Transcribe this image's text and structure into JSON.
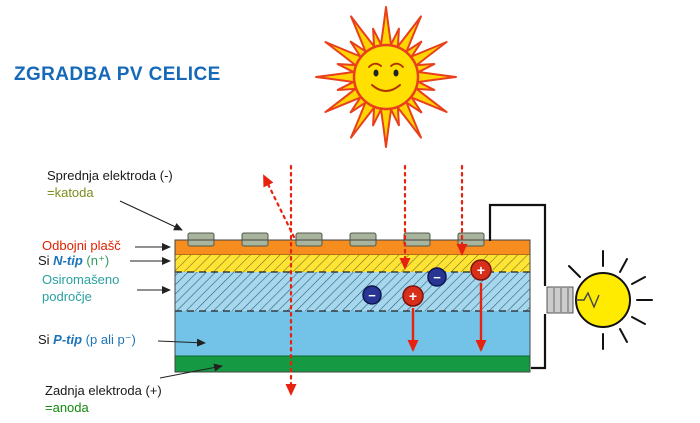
{
  "title": "ZGRADBA PV CELICE",
  "labels": {
    "front_electrode_line1": "Sprednja elektroda (-)",
    "front_electrode_line2": "=katoda",
    "reflective_coating": "Odbojni plašč",
    "n_layer_prefix": "Si ",
    "n_layer_name": "N-tip",
    "n_layer_suffix": " (n⁺)",
    "depletion_line1": "Osiromašeno",
    "depletion_line2": "področje",
    "p_layer_prefix": "Si ",
    "p_layer_name": "P-tip",
    "p_layer_suffix": " (p ali p⁻)",
    "back_electrode_line1": "Zadnja elektroda (+)",
    "back_electrode_line2": "=anoda"
  },
  "particles": {
    "electron_symbol": "−",
    "hole_symbol": "+"
  },
  "colors": {
    "title": "#1668B8",
    "reflective_label": "#E02000",
    "cathode_label": "#7D8C1E",
    "anode_label": "#128A12",
    "depletion_label": "#2AA0A0",
    "tip_label": "#1B74B8",
    "n_doping_label": "#2E9E5B",
    "reflective_layer": "#F68D1E",
    "n_layer": "#FFE435",
    "depletion_layer": "#A6D7EC",
    "p_layer": "#72C3E7",
    "back_electrode_layer": "#159A43",
    "photon_ray": "#E8220F",
    "sun_body": "#FFE000",
    "sun_ray_outline": "#E8401C",
    "bulb_glass": "#FFEB00"
  }
}
